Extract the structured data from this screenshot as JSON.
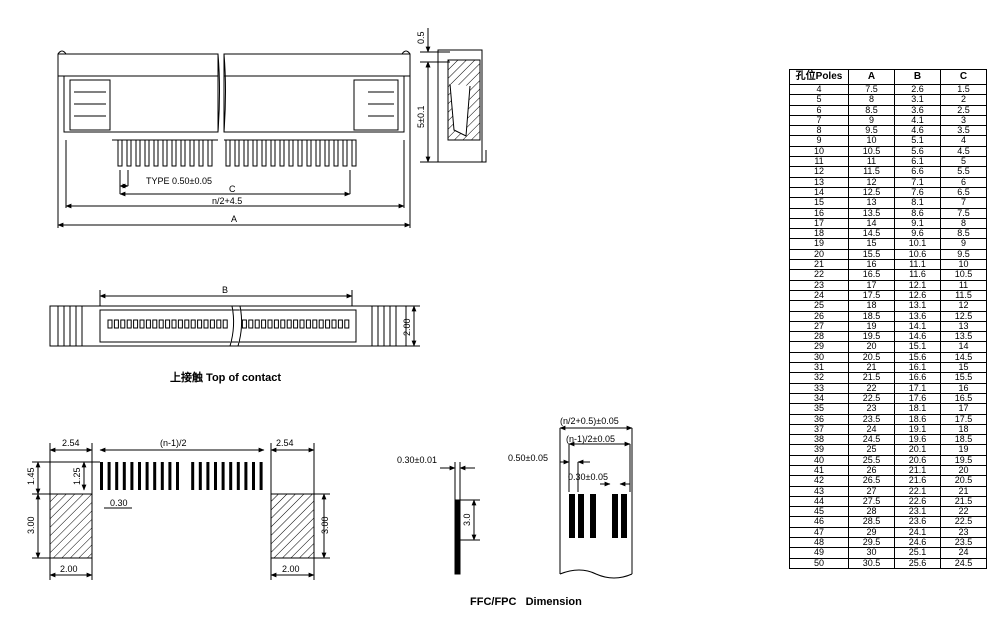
{
  "front_view": {
    "dim_pitch": "TYPE 0.50±0.05",
    "dim_c": "C",
    "dim_n": "n/2+4.5",
    "dim_a": "A"
  },
  "side_view": {
    "dim_top": "0.5",
    "dim_height": "5±0.1"
  },
  "top_view": {
    "dim_b": "B",
    "dim_depth": "2.00",
    "caption": "上接触 Top of contact"
  },
  "footprint": {
    "dim_left_margin": "2.54",
    "dim_span": "(n-1)/2",
    "dim_right_margin": "2.54",
    "dim_145": "1.45",
    "dim_125": "1.25",
    "dim_030": "0.30",
    "dim_left_height": "3.00",
    "dim_right_height": "3.00",
    "dim_left_width": "2.00",
    "dim_right_width": "2.00"
  },
  "ffc": {
    "dim_thickness": "0.30±0.01",
    "dim_length": "3.0",
    "dim_width": "(n/2+0.5)±0.05",
    "dim_span": "(n-1)/2±0.05",
    "dim_pitch": "0.50±0.05",
    "dim_conductor": "0.30±0.05",
    "caption": "FFC/FPC   Dimension"
  },
  "table": {
    "headers": [
      "孔位Poles",
      "A",
      "B",
      "C"
    ],
    "rows": [
      [
        "4",
        "7.5",
        "2.6",
        "1.5"
      ],
      [
        "5",
        "8",
        "3.1",
        "2"
      ],
      [
        "6",
        "8.5",
        "3.6",
        "2.5"
      ],
      [
        "7",
        "9",
        "4.1",
        "3"
      ],
      [
        "8",
        "9.5",
        "4.6",
        "3.5"
      ],
      [
        "9",
        "10",
        "5.1",
        "4"
      ],
      [
        "10",
        "10.5",
        "5.6",
        "4.5"
      ],
      [
        "11",
        "11",
        "6.1",
        "5"
      ],
      [
        "12",
        "11.5",
        "6.6",
        "5.5"
      ],
      [
        "13",
        "12",
        "7.1",
        "6"
      ],
      [
        "14",
        "12.5",
        "7.6",
        "6.5"
      ],
      [
        "15",
        "13",
        "8.1",
        "7"
      ],
      [
        "16",
        "13.5",
        "8.6",
        "7.5"
      ],
      [
        "17",
        "14",
        "9.1",
        "8"
      ],
      [
        "18",
        "14.5",
        "9.6",
        "8.5"
      ],
      [
        "19",
        "15",
        "10.1",
        "9"
      ],
      [
        "20",
        "15.5",
        "10.6",
        "9.5"
      ],
      [
        "21",
        "16",
        "11.1",
        "10"
      ],
      [
        "22",
        "16.5",
        "11.6",
        "10.5"
      ],
      [
        "23",
        "17",
        "12.1",
        "11"
      ],
      [
        "24",
        "17.5",
        "12.6",
        "11.5"
      ],
      [
        "25",
        "18",
        "13.1",
        "12"
      ],
      [
        "26",
        "18.5",
        "13.6",
        "12.5"
      ],
      [
        "27",
        "19",
        "14.1",
        "13"
      ],
      [
        "28",
        "19.5",
        "14.6",
        "13.5"
      ],
      [
        "29",
        "20",
        "15.1",
        "14"
      ],
      [
        "30",
        "20.5",
        "15.6",
        "14.5"
      ],
      [
        "31",
        "21",
        "16.1",
        "15"
      ],
      [
        "32",
        "21.5",
        "16.6",
        "15.5"
      ],
      [
        "33",
        "22",
        "17.1",
        "16"
      ],
      [
        "34",
        "22.5",
        "17.6",
        "16.5"
      ],
      [
        "35",
        "23",
        "18.1",
        "17"
      ],
      [
        "36",
        "23.5",
        "18.6",
        "17.5"
      ],
      [
        "37",
        "24",
        "19.1",
        "18"
      ],
      [
        "38",
        "24.5",
        "19.6",
        "18.5"
      ],
      [
        "39",
        "25",
        "20.1",
        "19"
      ],
      [
        "40",
        "25.5",
        "20.6",
        "19.5"
      ],
      [
        "41",
        "26",
        "21.1",
        "20"
      ],
      [
        "42",
        "26.5",
        "21.6",
        "20.5"
      ],
      [
        "43",
        "27",
        "22.1",
        "21"
      ],
      [
        "44",
        "27.5",
        "22.6",
        "21.5"
      ],
      [
        "45",
        "28",
        "23.1",
        "22"
      ],
      [
        "46",
        "28.5",
        "23.6",
        "22.5"
      ],
      [
        "47",
        "29",
        "24.1",
        "23"
      ],
      [
        "48",
        "29.5",
        "24.6",
        "23.5"
      ],
      [
        "49",
        "30",
        "25.1",
        "24"
      ],
      [
        "50",
        "30.5",
        "25.6",
        "24.5"
      ]
    ]
  }
}
